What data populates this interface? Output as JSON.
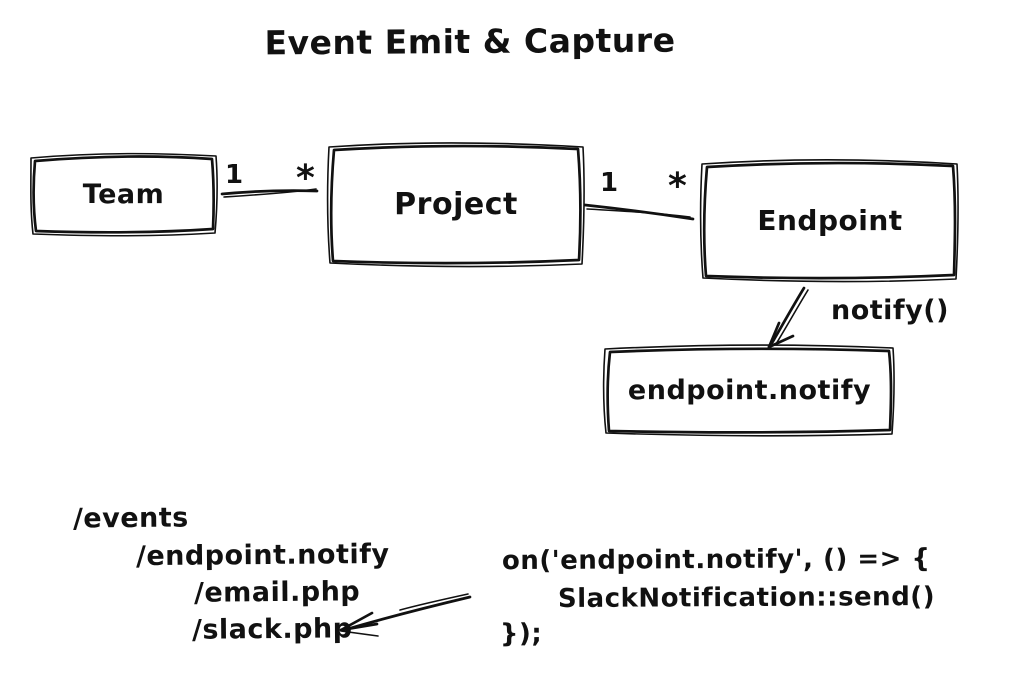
{
  "title": "Event Emit & Capture",
  "colors": {
    "ink": "#111111",
    "background": "#ffffff"
  },
  "er_diagram": {
    "team_label": "Team",
    "project_label": "Project",
    "endpoint_label": "Endpoint",
    "event_box_label": "endpoint.notify",
    "notify_arrow_label": "notify()",
    "team_project": {
      "one": "1",
      "many": "*"
    },
    "project_endpoint": {
      "one": "1",
      "many": "*"
    }
  },
  "file_tree": {
    "root": "/events",
    "event_dir": "/endpoint.notify",
    "files": [
      "/email.php",
      "/slack.php"
    ]
  },
  "code_snippet": {
    "line1": "on('endpoint.notify', () => {",
    "line2": "SlackNotification::send()",
    "line3": "});"
  }
}
